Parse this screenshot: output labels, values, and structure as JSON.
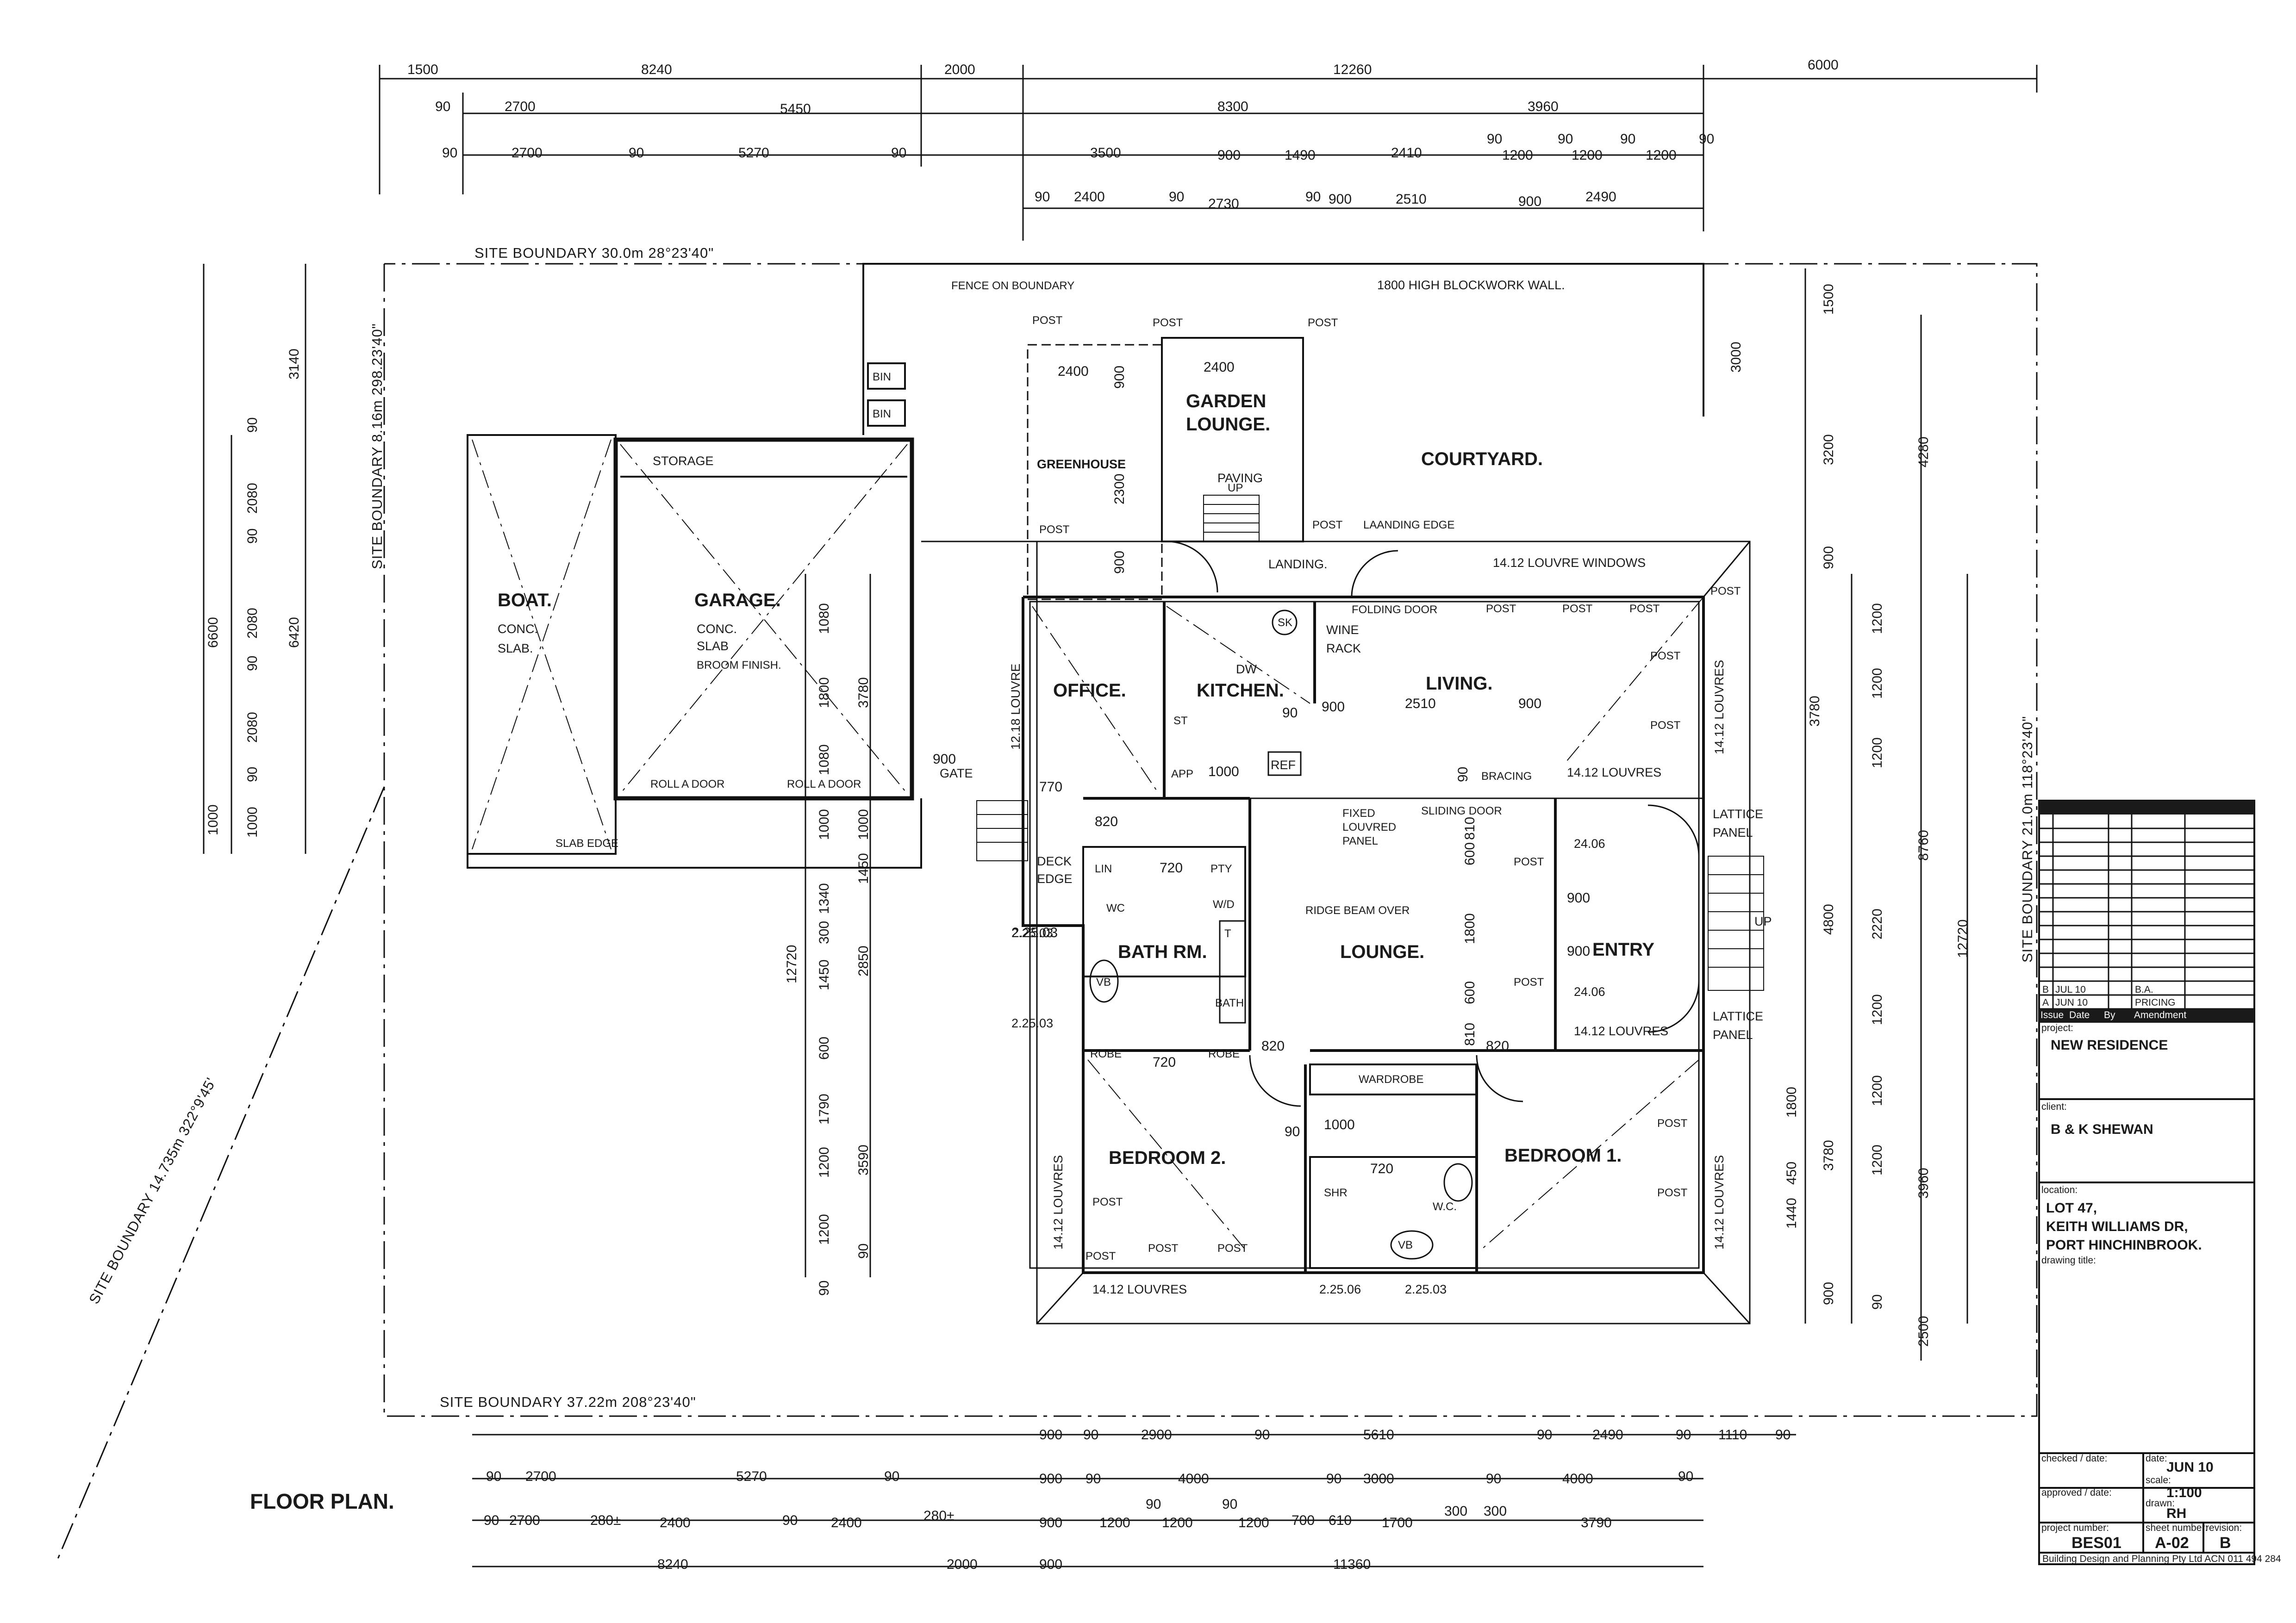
{
  "drawing": {
    "title": "FLOOR PLAN.",
    "boundaries": {
      "north": "SITE BOUNDARY  30.0m  28°23'40\"",
      "south": "SITE BOUNDARY  37.22m  208°23'40\"",
      "west": "SITE BOUNDARY 8.16m 298.23'40\"",
      "southwest": "SITE BOUNDARY  14.735m  322°9'45'",
      "east": "SITE BOUNDARY  21.0m  118°23'40\""
    },
    "rooms": {
      "boat": "BOAT.",
      "garage": "GARAGE.",
      "storage": "STORAGE",
      "greenhouse": "GREENHOUSE",
      "garden_lounge_1": "GARDEN",
      "garden_lounge_2": "LOUNGE.",
      "courtyard": "COURTYARD.",
      "office": "OFFICE.",
      "kitchen": "KITCHEN.",
      "living": "LIVING.",
      "bath": "BATH RM.",
      "lounge": "LOUNGE.",
      "entry": "ENTRY",
      "bedroom2": "BEDROOM 2.",
      "bedroom1": "BEDROOM 1."
    },
    "labels": {
      "fence": "FENCE ON BOUNDARY",
      "wall": "1800 HIGH BLOCKWORK WALL.",
      "bin": "BIN",
      "post": "POST",
      "paving": "PAVING",
      "up": "UP",
      "landing": "LANDING.",
      "landing_edge": "LAANDING EDGE",
      "louvre_windows": "14.12 LOUVRE WINDOWS",
      "folding_door": "FOLDING DOOR",
      "wine_rack_1": "WINE",
      "wine_rack_2": "RACK",
      "dw": "DW",
      "sk": "SK",
      "st": "ST",
      "app": "APP",
      "ref": "REF",
      "bracing": "BRACING",
      "louvres_14_12": "14.12 LOUVRES",
      "louvre_12_18": "12.18 LOUVRE",
      "conc": "CONC.",
      "slab": "SLAB.",
      "slab2": "SLAB",
      "broom": "BROOM FINISH.",
      "roll_door": "ROLL A DOOR",
      "slab_edge": "SLAB EDGE",
      "gate": "GATE",
      "deck_edge_1": "DECK",
      "deck_edge_2": "EDGE",
      "fixed_1": "FIXED",
      "fixed_2": "LOUVRED",
      "fixed_3": "PANEL",
      "sliding_door": "SLIDING  DOOR",
      "ridge_beam": "RIDGE BEAM OVER",
      "lattice_1": "LATTICE",
      "lattice_2": "PANEL",
      "lin": "LIN",
      "pty": "PTY",
      "wd": "W/D",
      "t": "T",
      "wc": "WC",
      "wc2": "W.C.",
      "vb": "VB",
      "bath_tub": "BATH",
      "robe": "ROBE",
      "wardrobe": "WARDROBE",
      "shr": "SHR",
      "s2503": "2.25.03",
      "s2506": "2.25.06",
      "s22503b": "2.25.03",
      "s24_06": "24.06"
    },
    "dimensions": {
      "top1": [
        "1500",
        "8240",
        "2000",
        "12260",
        "6000"
      ],
      "top2": [
        "90",
        "2700",
        "5450",
        "8300",
        "3960"
      ],
      "top3": [
        "90",
        "2700",
        "90",
        "5270",
        "90",
        "3500",
        "900",
        "1490",
        "2410",
        "90",
        "1200",
        "90",
        "1200",
        "90",
        "1200",
        "90"
      ],
      "top4": [
        "90",
        "2400",
        "90",
        "2730",
        "90",
        "900",
        "2510",
        "900",
        "2490"
      ],
      "bottom1": [
        "900",
        "90",
        "2900",
        "90",
        "5610",
        "90",
        "2490",
        "90",
        "1110",
        "90"
      ],
      "bottom2": [
        "90",
        "2700",
        "5270",
        "90",
        "900",
        "90",
        "4000",
        "90",
        "3000",
        "90",
        "4000",
        "90"
      ],
      "bottom3": [
        "90",
        "2700",
        "280±",
        "2400",
        "90",
        "2400",
        "280±",
        "900",
        "1200",
        "90",
        "1200",
        "90",
        "1200",
        "700",
        "610",
        "1700",
        "300",
        "300",
        "3790"
      ],
      "bottom4": [
        "8240",
        "2000",
        "900",
        "11360"
      ],
      "left": [
        "3140",
        "6600",
        "6420",
        "90",
        "2080",
        "90",
        "2080",
        "90",
        "2080",
        "90",
        "1000",
        "1000"
      ],
      "mid_left": [
        "12720",
        "1080",
        "1800",
        "3780",
        "1080",
        "1000",
        "1000",
        "1340",
        "1450",
        "2850",
        "1450",
        "300",
        "600",
        "1790",
        "1200",
        "3590",
        "1200",
        "90",
        "90"
      ],
      "right": [
        "1500",
        "3000",
        "3200",
        "4280",
        "900",
        "3780",
        "8760",
        "12720",
        "4800",
        "2220",
        "1800",
        "3960",
        "3780",
        "1440",
        "450",
        "900",
        "2500",
        "1200",
        "1200",
        "1200",
        "1200",
        "1200",
        "1200",
        "90"
      ],
      "inner": [
        "2400",
        "2400",
        "900",
        "2300",
        "900",
        "90",
        "900",
        "2510",
        "900",
        "90",
        "1000",
        "770",
        "900",
        "820",
        "720",
        "720",
        "820",
        "820",
        "1000",
        "720",
        "600",
        "1800",
        "600",
        "810",
        "810",
        "900",
        "900",
        "2.25.03",
        "90"
      ]
    }
  },
  "title_block": {
    "revisions": [
      {
        "rev": "B",
        "date": "JUL 10",
        "note": "B.A."
      },
      {
        "rev": "A",
        "date": "JUN 10",
        "note": "PRICING"
      }
    ],
    "rev_headers": [
      "Issue",
      "Date",
      "By",
      "Amendment"
    ],
    "project_label": "project:",
    "project": "NEW RESIDENCE",
    "client_label": "client:",
    "client": "B & K SHEWAN",
    "location_label": "location:",
    "location": [
      "LOT 47,",
      "KEITH WILLIAMS DR,",
      "PORT HINCHINBROOK."
    ],
    "drawing_title_label": "drawing title:",
    "checked_label": "checked / date:",
    "date_label": "date:",
    "date": "JUN 10",
    "approved_label": "approved / date:",
    "scale_label": "scale:",
    "scale": "1:100",
    "drawn_label": "drawn:",
    "drawn": "RH",
    "project_number_label": "project number:",
    "project_number": "BES01",
    "sheet_label": "sheet number:",
    "sheet": "A-02",
    "revision_label": "revision:",
    "revision": "B",
    "footer": "Building Design and Planning Pty Ltd  ACN 011 494 284"
  }
}
